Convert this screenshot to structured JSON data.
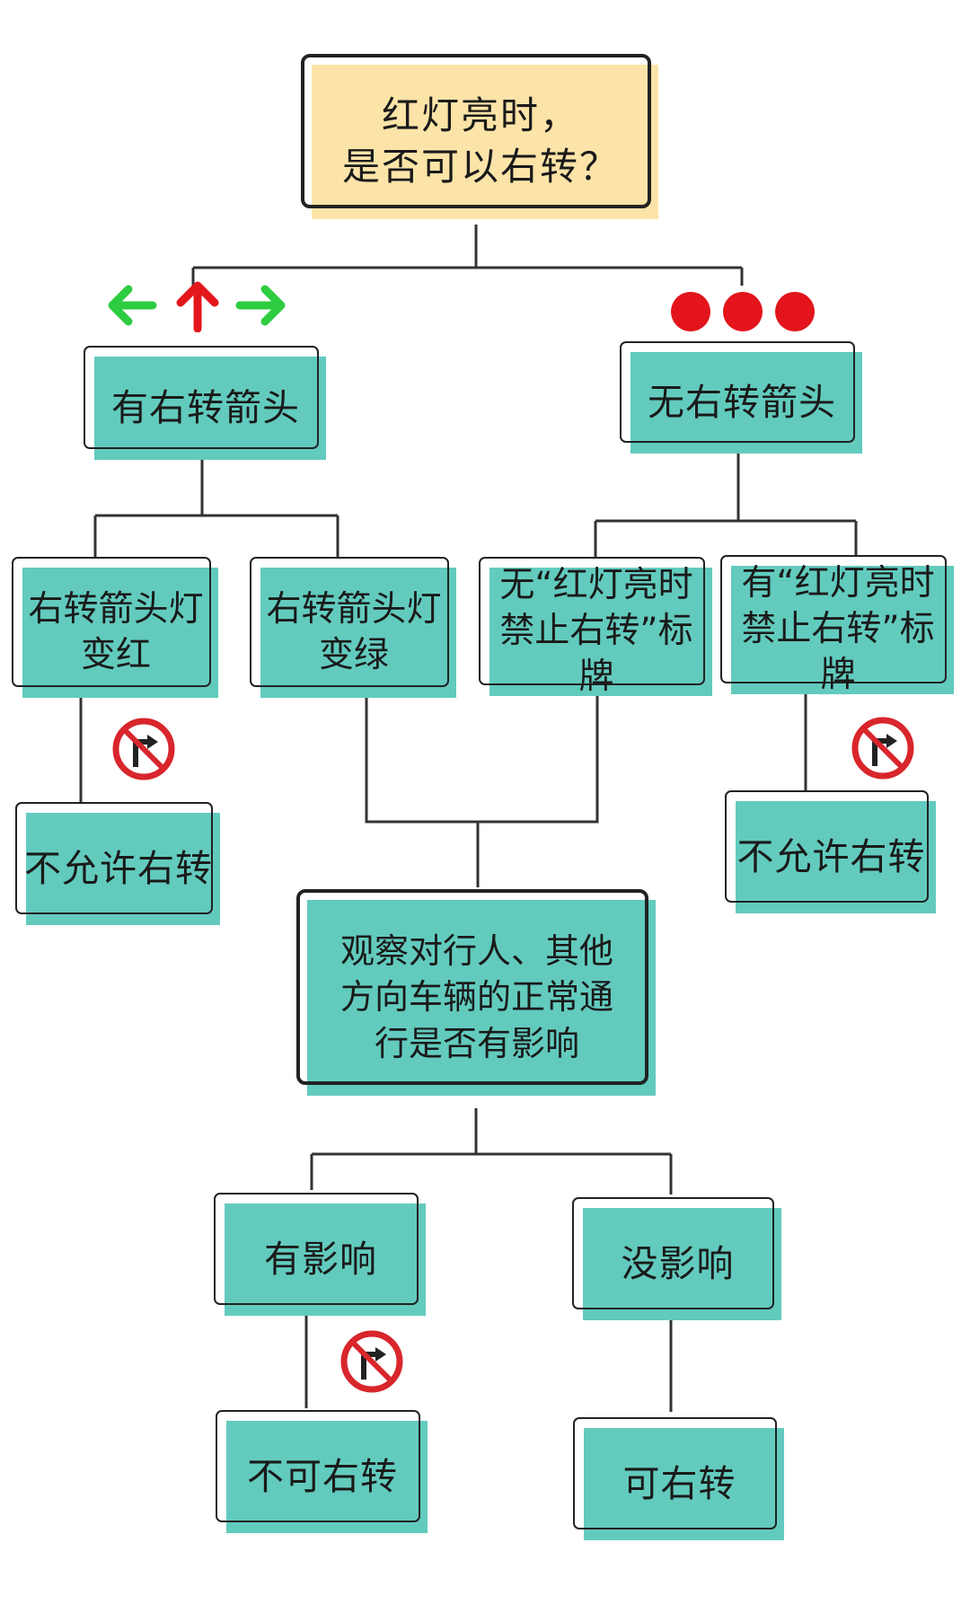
{
  "root": {
    "label": "红灯亮时，\n是否可以右转？"
  },
  "has_arrow": {
    "label": "有右转箭头"
  },
  "no_arrow": {
    "label": "无右转箭头"
  },
  "arrow_red": {
    "label": "右转箭头灯\n变红"
  },
  "arrow_green": {
    "label": "右转箭头灯\n变绿"
  },
  "no_sign": {
    "label": "无“红灯亮时\n禁止右转”标牌"
  },
  "has_sign": {
    "label": "有“红灯亮时\n禁止右转”标牌"
  },
  "not_allowed_left": {
    "label": "不允许右转"
  },
  "not_allowed_right": {
    "label": "不允许右转"
  },
  "observe": {
    "label": "观察对行人、其他\n方向车辆的正常通\n行是否有影响"
  },
  "has_effect": {
    "label": "有影响"
  },
  "no_effect": {
    "label": "没影响"
  },
  "cannot_turn": {
    "label": "不可右转"
  },
  "can_turn": {
    "label": "可右转"
  },
  "icons": {
    "arrow_left": "left-arrow-icon",
    "arrow_up": "up-arrow-icon",
    "arrow_right": "right-arrow-icon",
    "red_lights": "red-light-icon",
    "no_right_turn": "no-right-turn-sign-icon"
  },
  "colors": {
    "box_fill": "#62cbbe",
    "root_fill": "#fce4a8",
    "outline": "#222222",
    "arrow_green": "#2ecc40",
    "arrow_red": "#e3161c",
    "light_red": "#e3141b",
    "sign_red": "#d8262c",
    "connector": "#333333"
  }
}
